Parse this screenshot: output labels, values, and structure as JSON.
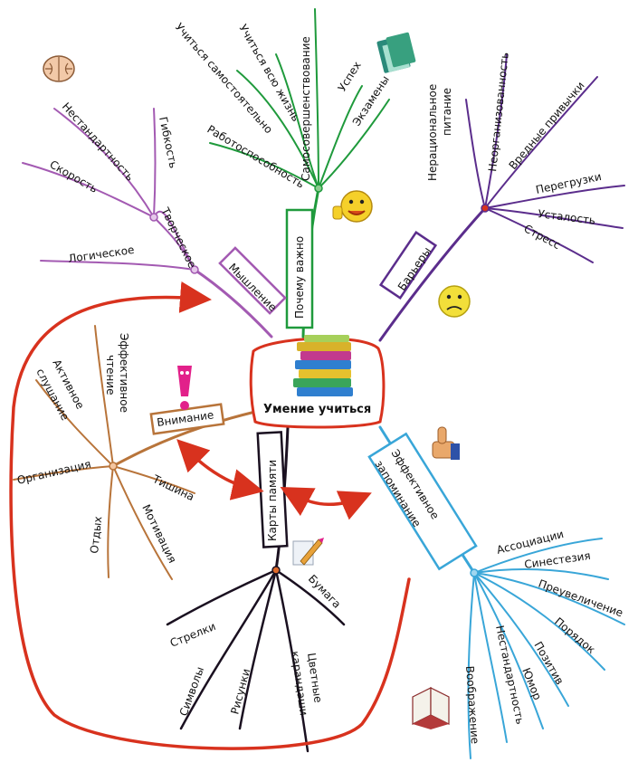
{
  "center": {
    "label": "Умение учиться"
  },
  "colors": {
    "green": "#1f9a3c",
    "violet": "#5b2d8c",
    "pink_violet": "#a35ab2",
    "brown": "#b8743a",
    "black": "#1a1020",
    "blue": "#39a6d8",
    "red": "#d8321e"
  },
  "branches": {
    "why": {
      "title": "Почему важно",
      "items": [
        "Работоспособность",
        "Учиться самостоятельно",
        "Учиться всю жизнь",
        "Самосовершенствование",
        "Успех",
        "Экзамены"
      ]
    },
    "barriers": {
      "title": "Барьеры",
      "items": [
        "Нерациональное питание",
        "Неорганизованность",
        "Вредные привычки",
        "Перегрузки",
        "Усталость",
        "Стресс"
      ]
    },
    "thinking": {
      "title": "Мышление",
      "items": [
        "Логическое",
        "Творческое",
        "Скорость",
        "Нестандартность",
        "Гибкость"
      ]
    },
    "attention": {
      "title": "Внимание",
      "items": [
        "Организация",
        "Активное слушание",
        "Эффективное чтение",
        "Тишина",
        "Мотивация",
        "Отдых"
      ]
    },
    "maps": {
      "title": "Карты памяти",
      "items": [
        "Стрелки",
        "Символы",
        "Рисунки",
        "Цветные карандаши",
        "Бумага"
      ]
    },
    "memory": {
      "title": "Эффективное запоминание",
      "items": [
        "Ассоциации",
        "Синестезия",
        "Преувеличение",
        "Порядок",
        "Позитив",
        "Юмор",
        "Нестандартность",
        "Воображение"
      ]
    }
  },
  "icons": [
    "brain-icon",
    "green-book-icon",
    "thumbs-up-smiley-icon",
    "sad-smiley-icon",
    "exclamation-icon",
    "thumbs-up-hand-icon",
    "pencil-paper-icon",
    "open-notebook-icon",
    "book-stack-icon"
  ]
}
